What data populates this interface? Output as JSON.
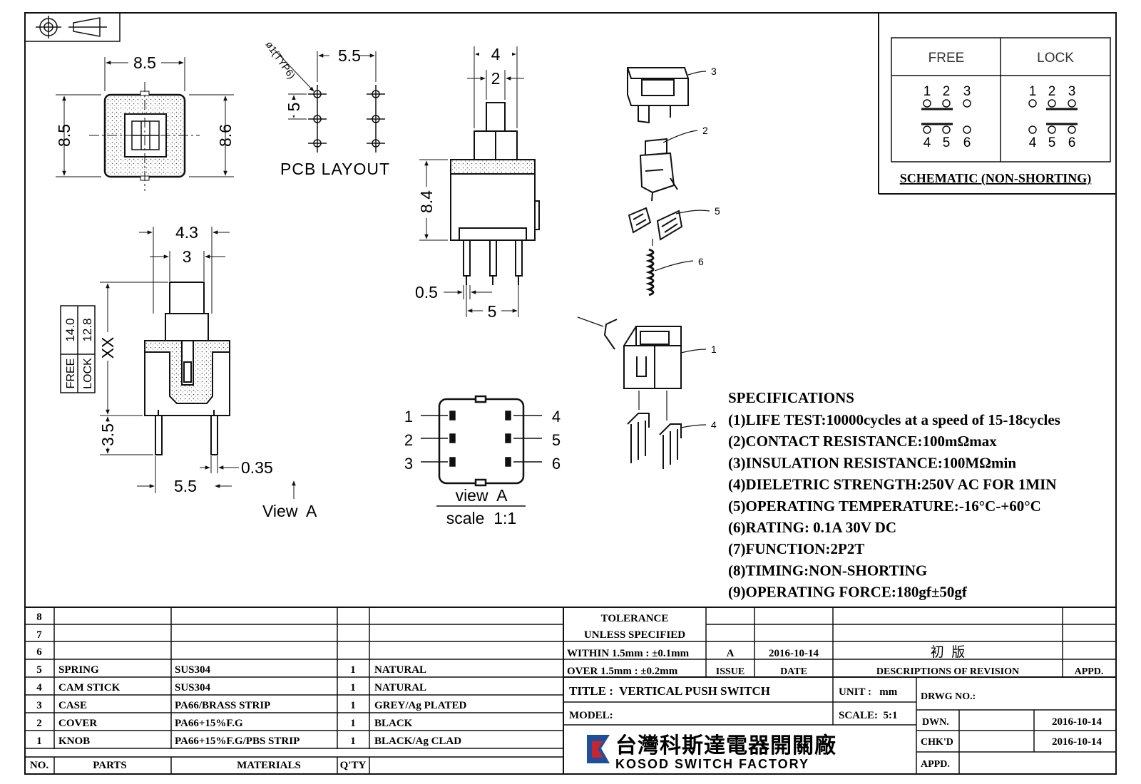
{
  "views": {
    "top": {
      "dim_width": "8.5",
      "dim_height_left": "8.5",
      "dim_height_right": "8.6"
    },
    "pcb_layout": {
      "label": "PCB LAYOUT",
      "hole": "ø1(TYP6)",
      "pitch_x": "5.5",
      "pitch_y": "5"
    },
    "front": {
      "dim_top_outer": "4",
      "dim_top_inner": "2",
      "dim_height": "8.4",
      "dim_pin": "0.5",
      "dim_pin_pitch": "5"
    },
    "side": {
      "dim_top": "4.3",
      "dim_inner": "3",
      "dim_xx": "XX",
      "dim_pin_len": "3.5",
      "dim_pin_w": "0.35",
      "dim_pin_pitch": "5.5",
      "view_label": "View  A"
    },
    "free_lock_table": {
      "free": "FREE",
      "lock": "LOCK",
      "free_val": "14.0",
      "lock_val": "12.8"
    },
    "bottom": {
      "pins_left": [
        "1",
        "2",
        "3"
      ],
      "pins_right": [
        "4",
        "5",
        "6"
      ],
      "label": "view  A",
      "scale": "scale  1:1"
    }
  },
  "exploded": {
    "callouts": [
      "3",
      "2",
      "5",
      "6",
      "1",
      "4"
    ]
  },
  "schematic": {
    "free_label": "FREE",
    "lock_label": "LOCK",
    "top_nums": [
      "1",
      "2",
      "3"
    ],
    "bottom_nums": [
      "4",
      "5",
      "6"
    ],
    "caption": "SCHEMATIC (NON-SHORTING)"
  },
  "specifications": {
    "heading": "SPECIFICATIONS",
    "items": [
      "(1)LIFE TEST:10000cycles at a speed of 15-18cycles",
      "(2)CONTACT RESISTANCE:100mΩmax",
      "(3)INSULATION RESISTANCE:100MΩmin",
      "(4)DIELETRIC STRENGTH:250V AC FOR 1MIN",
      "(5)OPERATING TEMPERATURE:-16°C-+60°C",
      "(6)RATING: 0.1A 30V DC",
      "(7)FUNCTION:2P2T",
      "(8)TIMING:NON-SHORTING",
      "(9)OPERATING FORCE:180gf±50gf"
    ]
  },
  "parts_table": {
    "header": {
      "no": "NO.",
      "parts": "PARTS",
      "materials": "MATERIALS",
      "qty": "Q'TY"
    },
    "empty_rows": [
      "8",
      "7",
      "6"
    ],
    "rows": [
      {
        "no": "5",
        "part": "SPRING",
        "material": "SUS304",
        "qty": "1",
        "finish": "NATURAL"
      },
      {
        "no": "4",
        "part": "CAM STICK",
        "material": "SUS304",
        "qty": "1",
        "finish": "NATURAL"
      },
      {
        "no": "3",
        "part": "CASE",
        "material": "PA66/BRASS STRIP",
        "qty": "1",
        "finish": "GREY/Ag PLATED"
      },
      {
        "no": "2",
        "part": "COVER",
        "material": "PA66+15%F.G",
        "qty": "1",
        "finish": "BLACK"
      },
      {
        "no": "1",
        "part": "KNOB",
        "material": "PA66+15%F.G/PBS STRIP",
        "qty": "1",
        "finish": "BLACK/Ag CLAD"
      }
    ]
  },
  "title_block": {
    "tolerance": [
      "TOLERANCE",
      "UNLESS   SPECIFIED",
      "WITHIN 1.5mm : ±0.1mm",
      "OVER 1.5mm : ±0.2mm"
    ],
    "revision": {
      "issue": "A",
      "date": "2016-10-14",
      "description": "初  版",
      "issue_h": "ISSUE",
      "date_h": "DATE",
      "desc_h": "DESCRIPTIONS OF REVISION",
      "appd_h": "APPD."
    },
    "title": "TITLE :  VERTICAL PUSH SWITCH",
    "unit": "UNIT :   mm",
    "model": "MODEL:",
    "scale": "SCALE:  5:1",
    "drwg": "DRWG NO.:",
    "dwn": "DWN.",
    "dwn_date": "2016-10-14",
    "chkd": "CHK'D",
    "chkd_date": "2016-10-14",
    "appd": "APPD.",
    "company_cn": "台灣科斯達電器開關廠",
    "company_en": "KOSOD SWITCH FACTORY"
  }
}
